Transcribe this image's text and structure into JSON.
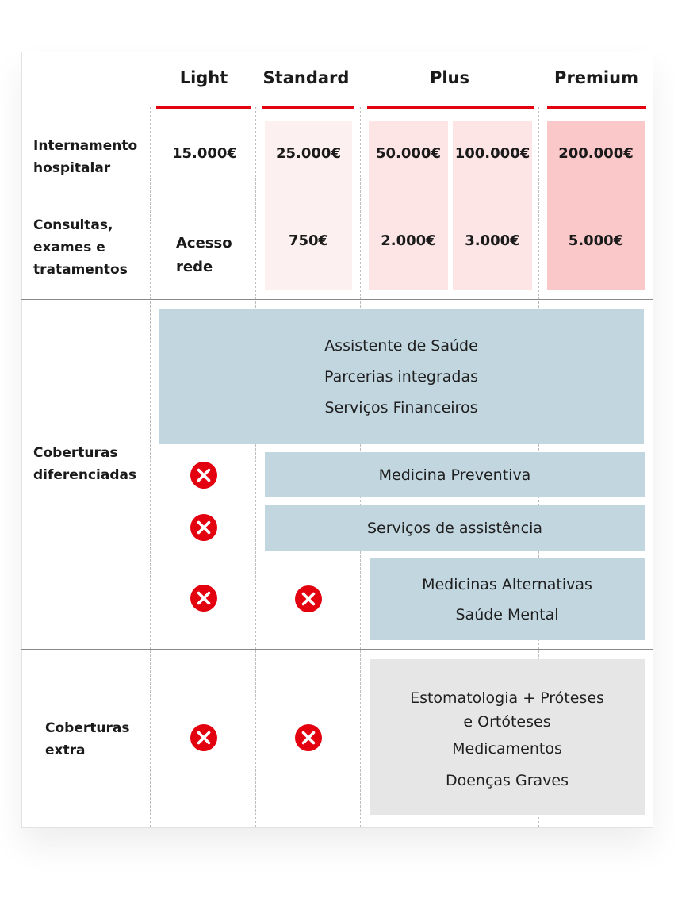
{
  "plans": [
    "Light",
    "Standard",
    "Plus",
    "Premium"
  ],
  "rows": {
    "internamento": {
      "label_line1": "Internamento",
      "label_line2": "hospitalar",
      "values": [
        "15.000€",
        "25.000€",
        "50.000€",
        "100.000€",
        "200.000€"
      ]
    },
    "consultas": {
      "label_line1": "Consultas,",
      "label_line2": "exames e",
      "label_line3": "tratamentos",
      "light_line1": "Acesso",
      "light_line2": "rede",
      "values": [
        "750€",
        "2.000€",
        "3.000€",
        "5.000€"
      ]
    }
  },
  "coberturas_diferenciadas": {
    "label_line1": "Coberturas",
    "label_line2": "diferenciadas",
    "all_plans": [
      "Assistente de Saúde",
      "Parcerias integradas",
      "Serviços Financeiros"
    ],
    "medicina_preventiva": "Medicina Preventiva",
    "servicos_assistencia": "Serviços de assistência",
    "plus_premium": [
      "Medicinas Alternativas",
      "Saúde Mental"
    ]
  },
  "coberturas_extra": {
    "label_line1": "Coberturas",
    "label_line2": "extra",
    "items_line1": "Estomatologia + Próteses",
    "items_line2": "e Ortóteses",
    "items": [
      "Medicamentos",
      "Doenças Graves"
    ]
  },
  "colors": {
    "accent_red": "#e3000f",
    "blue_block": "#c2d6e0",
    "grey_block": "#e6e6e6",
    "standard_tint": "#fdf0f0",
    "plus_tint": "#fde5e6",
    "premium_tint": "#fbc8ca"
  },
  "icons": {
    "not_included": "x-circle-icon"
  }
}
